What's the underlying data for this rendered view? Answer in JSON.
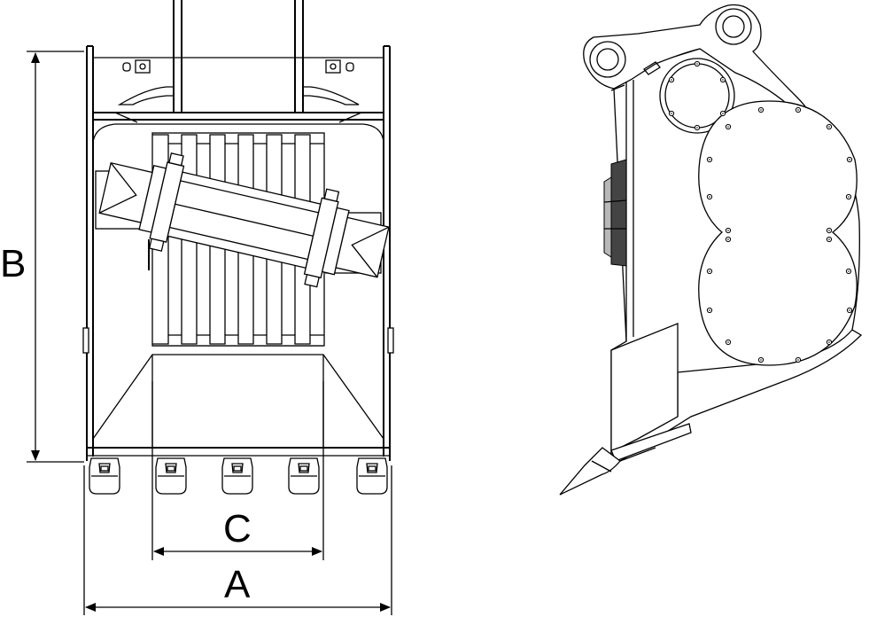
{
  "dimension_labels": {
    "a": "A",
    "b": "B",
    "c": "C"
  }
}
